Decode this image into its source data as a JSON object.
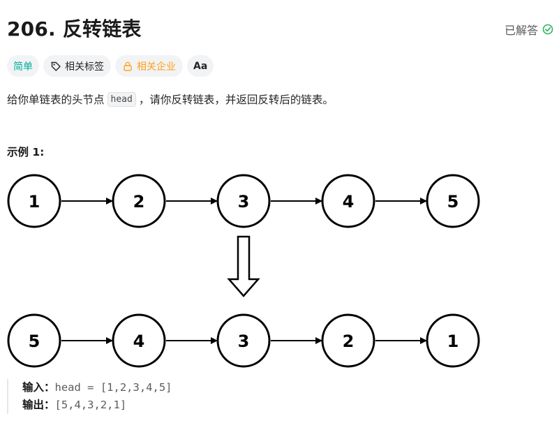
{
  "problem": {
    "title": "206. 反转链表",
    "status": "已解答"
  },
  "tags": {
    "difficulty": "简单",
    "related_tags": "相关标签",
    "related_companies": "相关企业",
    "translate_icon": "Aa"
  },
  "description": {
    "before": "给你单链表的头节点",
    "code": "head",
    "after": "，请你反转链表，并返回反转后的链表。"
  },
  "example": {
    "title": "示例 1:",
    "input_label": "输入：",
    "input_value": "head = [1,2,3,4,5]",
    "output_label": "输出：",
    "output_value": "[5,4,3,2,1]"
  },
  "diagram": {
    "top_nodes": [
      "1",
      "2",
      "3",
      "4",
      "5"
    ],
    "bottom_nodes": [
      "5",
      "4",
      "3",
      "2",
      "1"
    ]
  },
  "colors": {
    "easy": "#00af9b",
    "company": "#ffa116",
    "solved_check": "#2db55d"
  },
  "icons": {
    "solved": "check-circle-icon",
    "tag": "tag-icon",
    "lock": "lock-icon",
    "translate": "translate-icon"
  }
}
